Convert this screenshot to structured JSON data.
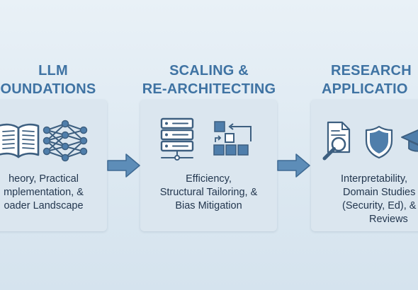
{
  "colors": {
    "accent": "#3f73a3",
    "card": "#dbe6ef",
    "text": "#23374f",
    "icon_stroke": "#3d5f80"
  },
  "stages": [
    {
      "title_lines": [
        "LLM",
        "OUNDATIONS"
      ],
      "desc_lines": [
        "heory, Practical",
        "mplementation, &",
        "oader Landscape"
      ],
      "icons": [
        "open-book-icon",
        "neural-network-icon"
      ]
    },
    {
      "title_lines": [
        "SCALING &",
        "RE-ARCHITECTING"
      ],
      "desc_lines": [
        "Efficiency,",
        "Structural Tailoring, &",
        "Bias Mitigation"
      ],
      "icons": [
        "server-stack-icon",
        "block-restructure-icon"
      ]
    },
    {
      "title_lines": [
        "RESEARCH",
        "APPLICATIO"
      ],
      "desc_lines": [
        "Interpretability,",
        "Domain Studies",
        "(Security, Ed), &",
        "Reviews"
      ],
      "icons": [
        "document-search-icon",
        "shield-icon",
        "graduation-cap-icon"
      ]
    }
  ],
  "connectors": [
    "right-arrow-icon",
    "right-arrow-icon"
  ]
}
